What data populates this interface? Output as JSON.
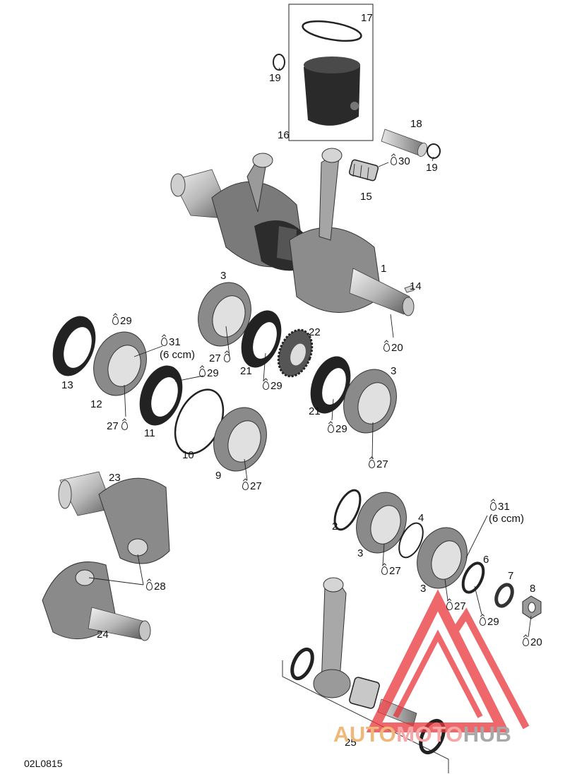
{
  "diagram_code": "02L0815",
  "watermark": {
    "part1": "AUTO",
    "part2": "MOTO",
    "part3": "HUB"
  },
  "colors": {
    "line": "#222222",
    "part_dark": "#3a3a3a",
    "part_mid": "#9a9a9a",
    "part_light": "#d8d8d8",
    "watermark_red": "#e8353a"
  },
  "labels": {
    "p17": "17",
    "p19a": "19",
    "p16": "16",
    "p18": "18",
    "p19b": "19",
    "p30": "30",
    "p15": "15",
    "p1": "1",
    "p14": "14",
    "p20a": "20",
    "p3a": "3",
    "p22": "22",
    "p29a": "29",
    "p31a": "31",
    "p31a_note": "(6 ccm)",
    "p29b": "29",
    "p27a": "27",
    "p21a": "21",
    "p29c": "29",
    "p13": "13",
    "p12": "12",
    "p27b": "27",
    "p11": "11",
    "p10": "10",
    "p9": "9",
    "p27c": "27",
    "p21b": "21",
    "p29d": "29",
    "p3b": "3",
    "p27d": "27",
    "p23": "23",
    "p28": "28",
    "p24": "24",
    "p31b": "31",
    "p31b_note": "(6 ccm)",
    "p2": "2",
    "p4": "4",
    "p3c": "3",
    "p27e": "27",
    "p6": "6",
    "p7": "7",
    "p8": "8",
    "p3d": "3",
    "p27f": "27",
    "p29e": "29",
    "p20b": "20",
    "p25": "25"
  }
}
